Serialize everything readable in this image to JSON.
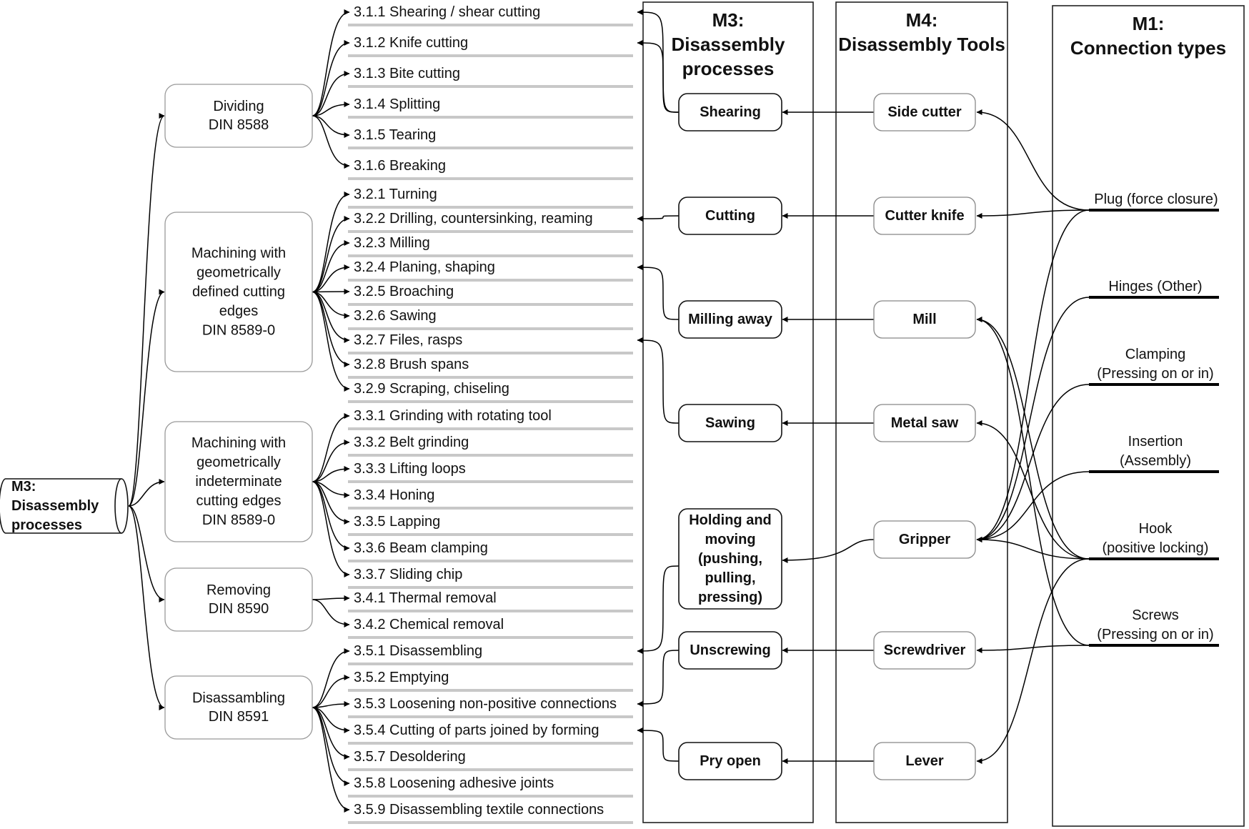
{
  "root": {
    "label_lines": [
      "M3:",
      "Disassembly",
      "processes"
    ]
  },
  "headers": {
    "m3": [
      "M3:",
      "Disassembly",
      "processes"
    ],
    "m4": [
      "M4:",
      "Disassembly Tools"
    ],
    "m1": [
      "M1:",
      "Connection types"
    ]
  },
  "categories": [
    {
      "lines": [
        "Dividing",
        "DIN 8588"
      ]
    },
    {
      "lines": [
        "Machining with",
        "geometrically",
        "defined cutting",
        "edges",
        "DIN 8589-0"
      ]
    },
    {
      "lines": [
        "Machining with",
        "geometrically",
        "indeterminate",
        "cutting edges",
        "DIN 8589-0"
      ]
    },
    {
      "lines": [
        "Removing",
        "DIN 8590"
      ]
    },
    {
      "lines": [
        "Disassambling",
        "DIN 8591"
      ]
    }
  ],
  "items": [
    "3.1.1 Shearing / shear cutting",
    "3.1.2 Knife cutting",
    "3.1.3 Bite cutting",
    "3.1.4 Splitting",
    "3.1.5 Tearing",
    "3.1.6 Breaking",
    "3.2.1 Turning",
    "3.2.2 Drilling, countersinking, reaming",
    "3.2.3 Milling",
    "3.2.4 Planing, shaping",
    "3.2.5 Broaching",
    "3.2.6 Sawing",
    "3.2.7 Files, rasps",
    "3.2.8 Brush spans",
    "3.2.9 Scraping, chiseling",
    "3.3.1 Grinding with rotating tool",
    "3.3.2 Belt grinding",
    "3.3.3 Lifting loops",
    "3.3.4 Honing",
    "3.3.5 Lapping",
    "3.3.6 Beam clamping",
    "3.3.7 Sliding chip",
    "3.4.1 Thermal removal",
    "3.4.2 Chemical removal",
    "3.5.1 Disassembling",
    "3.5.2 Emptying",
    "3.5.3 Loosening non-positive connections",
    "3.5.4 Cutting of parts joined by forming",
    "3.5.7 Desoldering",
    "3.5.8 Loosening adhesive joints",
    "3.5.9 Disassembling textile connections"
  ],
  "processes": [
    {
      "lines": [
        "Shearing"
      ]
    },
    {
      "lines": [
        "Cutting"
      ]
    },
    {
      "lines": [
        "Milling away"
      ]
    },
    {
      "lines": [
        "Sawing"
      ]
    },
    {
      "lines": [
        "Holding and",
        "moving",
        "(pushing,",
        "pulling,",
        "pressing)"
      ]
    },
    {
      "lines": [
        "Unscrewing"
      ]
    },
    {
      "lines": [
        "Pry open"
      ]
    }
  ],
  "tools": [
    {
      "label": "Side cutter"
    },
    {
      "label": "Cutter knife"
    },
    {
      "label": "Mill"
    },
    {
      "label": "Metal saw"
    },
    {
      "label": "Gripper"
    },
    {
      "label": "Screwdriver"
    },
    {
      "label": "Lever"
    }
  ],
  "connections": [
    {
      "lines": [
        "Plug (force closure)"
      ]
    },
    {
      "lines": [
        "Hinges (Other)"
      ]
    },
    {
      "lines": [
        "Clamping",
        "(Pressing on or in)"
      ]
    },
    {
      "lines": [
        "Insertion",
        "(Assembly)"
      ]
    },
    {
      "lines": [
        "Hook",
        "(positive locking)"
      ]
    },
    {
      "lines": [
        "Screws",
        "(Pressing on or in)"
      ]
    }
  ],
  "links": {
    "root_to_category": [
      0,
      1,
      2,
      3,
      4
    ],
    "category_to_items": [
      [
        0,
        1,
        2,
        3,
        4,
        5
      ],
      [
        6,
        7,
        8,
        9,
        10,
        11,
        12,
        13,
        14
      ],
      [
        15,
        16,
        17,
        18,
        19,
        20,
        21
      ],
      [
        22,
        23
      ],
      [
        24,
        25,
        26,
        27,
        28,
        29,
        30
      ]
    ],
    "process_to_item": [
      [
        0,
        0
      ],
      [
        0,
        1
      ],
      [
        1,
        7
      ],
      [
        2,
        9
      ],
      [
        3,
        12
      ],
      [
        4,
        24
      ],
      [
        5,
        26
      ],
      [
        6,
        27
      ]
    ],
    "tool_to_process": [
      [
        0,
        0
      ],
      [
        1,
        1
      ],
      [
        2,
        2
      ],
      [
        3,
        3
      ],
      [
        4,
        4
      ],
      [
        5,
        5
      ],
      [
        6,
        6
      ]
    ],
    "connection_to_tool": [
      [
        0,
        0
      ],
      [
        0,
        1
      ],
      [
        0,
        4
      ],
      [
        1,
        4
      ],
      [
        2,
        4
      ],
      [
        3,
        4
      ],
      [
        4,
        4
      ],
      [
        4,
        2
      ],
      [
        4,
        3
      ],
      [
        4,
        6
      ],
      [
        5,
        5
      ],
      [
        5,
        2
      ]
    ]
  }
}
